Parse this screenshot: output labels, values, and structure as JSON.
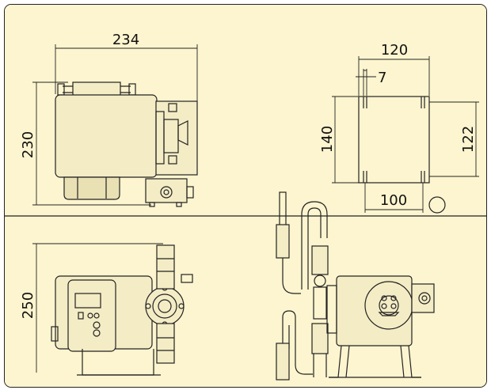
{
  "colors": {
    "background": "#fdf5cf",
    "body_fill": "#f4ecc5",
    "motor_fill": "#e9e0b4",
    "line": "#222222",
    "frame": "#222222",
    "display": "#ffffff"
  },
  "dimensions": {
    "side_width": "234",
    "side_height": "230",
    "front_height": "250",
    "mount_width": "120",
    "mount_offset": "7",
    "mount_height": "140",
    "mount_hole_height": "122",
    "mount_hole_width": "100"
  }
}
